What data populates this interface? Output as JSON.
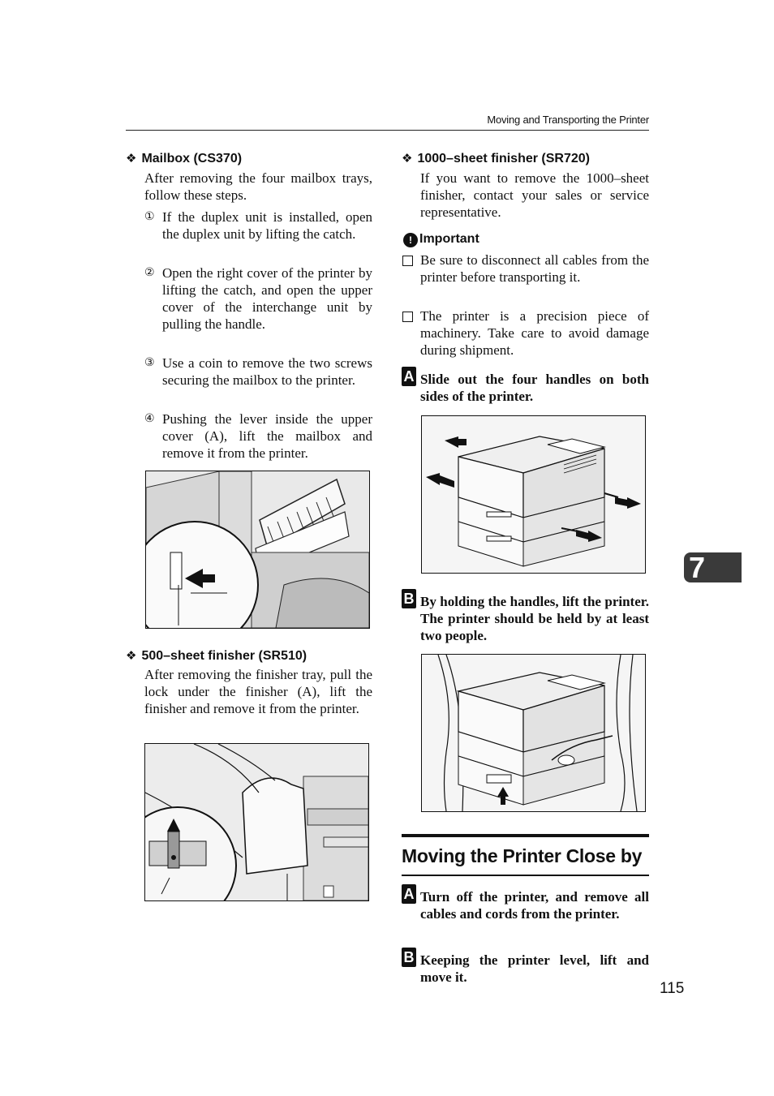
{
  "header": {
    "running_title": "Moving and Transporting the Printer"
  },
  "chapter_tab": "7",
  "left_column": {
    "mailbox": {
      "heading": "Mailbox (CS370)",
      "intro": "After removing the four mailbox trays, follow these steps.",
      "steps": [
        {
          "num": "①",
          "text": "If the duplex unit is installed, open the duplex unit by lifting the catch."
        },
        {
          "num": "②",
          "text": "Open the right cover of the printer by lifting the catch, and open the upper cover of the interchange unit by pulling the handle."
        },
        {
          "num": "③",
          "text": "Use a coin to remove the two screws securing the mailbox to the printer."
        },
        {
          "num": "④",
          "text": "Pushing the lever inside the upper cover (A), lift the mailbox and remove it from the printer."
        }
      ]
    },
    "finisher500": {
      "heading": "500–sheet finisher (SR510)",
      "text": "After removing the finisher tray, pull the lock under the finisher (A), lift the finisher and remove it from the printer."
    }
  },
  "right_column": {
    "finisher1000": {
      "heading": "1000–sheet finisher (SR720)",
      "text": "If you want to remove the 1000–sheet finisher, contact your sales or service representative."
    },
    "important": {
      "label": "Important",
      "items": [
        "Be sure to disconnect all cables from the printer before transporting it.",
        "The printer is a precision piece of machinery. Take care to avoid damage during shipment."
      ]
    },
    "steps": [
      {
        "badge": "A",
        "text": "Slide out the four handles on both sides of the printer."
      },
      {
        "badge": "B",
        "text": "By holding the handles, lift the printer. The printer should be held by at least two people."
      }
    ],
    "section": {
      "title": "Moving the Printer Close by",
      "steps": [
        {
          "badge": "A",
          "text": "Turn off the printer, and remove all cables and cords from the printer."
        },
        {
          "badge": "B",
          "text": "Keeping the printer level, lift and move it."
        }
      ]
    }
  },
  "page_number": "115"
}
